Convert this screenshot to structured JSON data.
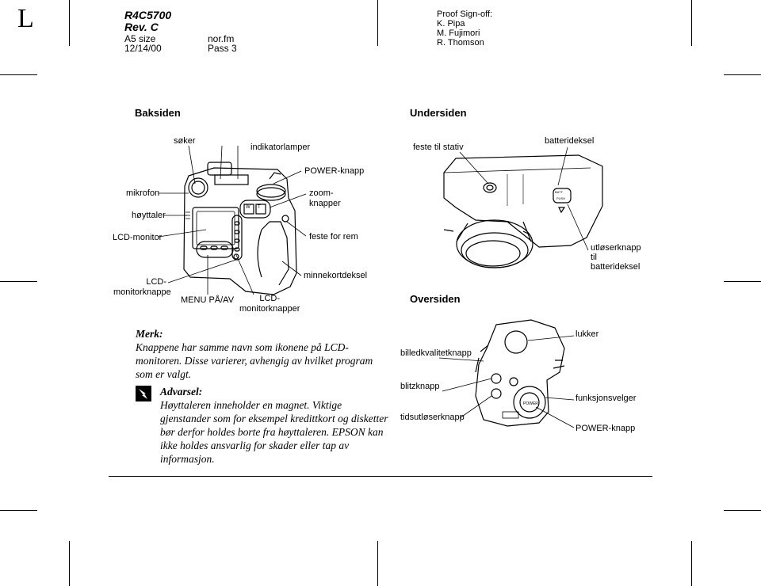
{
  "header": {
    "letter": "L",
    "code": "R4C5700",
    "rev": "Rev. C",
    "size": "A5 size",
    "file": "nor.fm",
    "date": "12/14/00",
    "pass": "Pass 3",
    "signoff_title": "Proof Sign-off:",
    "signoff_1": "K. Pipa",
    "signoff_2": "M. Fujimori",
    "signoff_3": "R. Thomson"
  },
  "sections": {
    "back": "Baksiden",
    "bottom": "Undersiden",
    "top": "Oversiden"
  },
  "back_labels": {
    "soker": "søker",
    "indikator": "indikatorlamper",
    "power": "POWER-knapp",
    "mikrofon": "mikrofon",
    "zoom_1": "zoom-",
    "zoom_2": "knapper",
    "hoyttaler": "høyttaler",
    "lcd_monitor": "LCD-monitor",
    "feste_rem": "feste for rem",
    "minnekort": "minnekortdeksel",
    "lcd_knappe_1": "LCD-",
    "lcd_knappe_2": "monitorknappe",
    "menu": "MENU PÅ/AV",
    "lcd_knapper_1": "LCD-",
    "lcd_knapper_2": "monitorknapper"
  },
  "bottom_labels": {
    "stativ": "feste til stativ",
    "batteri": "batterideksel",
    "utloser_1": "utløserknapp",
    "utloser_2": "til",
    "utloser_3": "batterideksel"
  },
  "top_labels": {
    "billed": "billedkvalitetknapp",
    "lukker": "lukker",
    "blitz": "blitzknapp",
    "funksjon": "funksjonsvelger",
    "tidsutloser": "tidsutløserknapp",
    "power": "POWER-knapp"
  },
  "note": {
    "title": "Merk:",
    "line1": "Knappene har samme navn som ikonene på LCD-",
    "line2": "monitoren. Disse varierer, avhengig av hvilket program",
    "line3": "som er valgt."
  },
  "warning": {
    "title": "Advarsel:",
    "line1": "Høyttaleren inneholder en magnet. Viktige",
    "line2": "gjenstander som for eksempel kredittkort og disketter",
    "line3": "bør derfor holdes borte fra høyttaleren. EPSON kan",
    "line4": "ikke holdes ansvarlig for skader eller tap av",
    "line5": "informasjon."
  },
  "drawing_text": {
    "wide": "W",
    "tele": "T",
    "batt": "BATT.",
    "push": "PUSH",
    "power": "POWER"
  }
}
